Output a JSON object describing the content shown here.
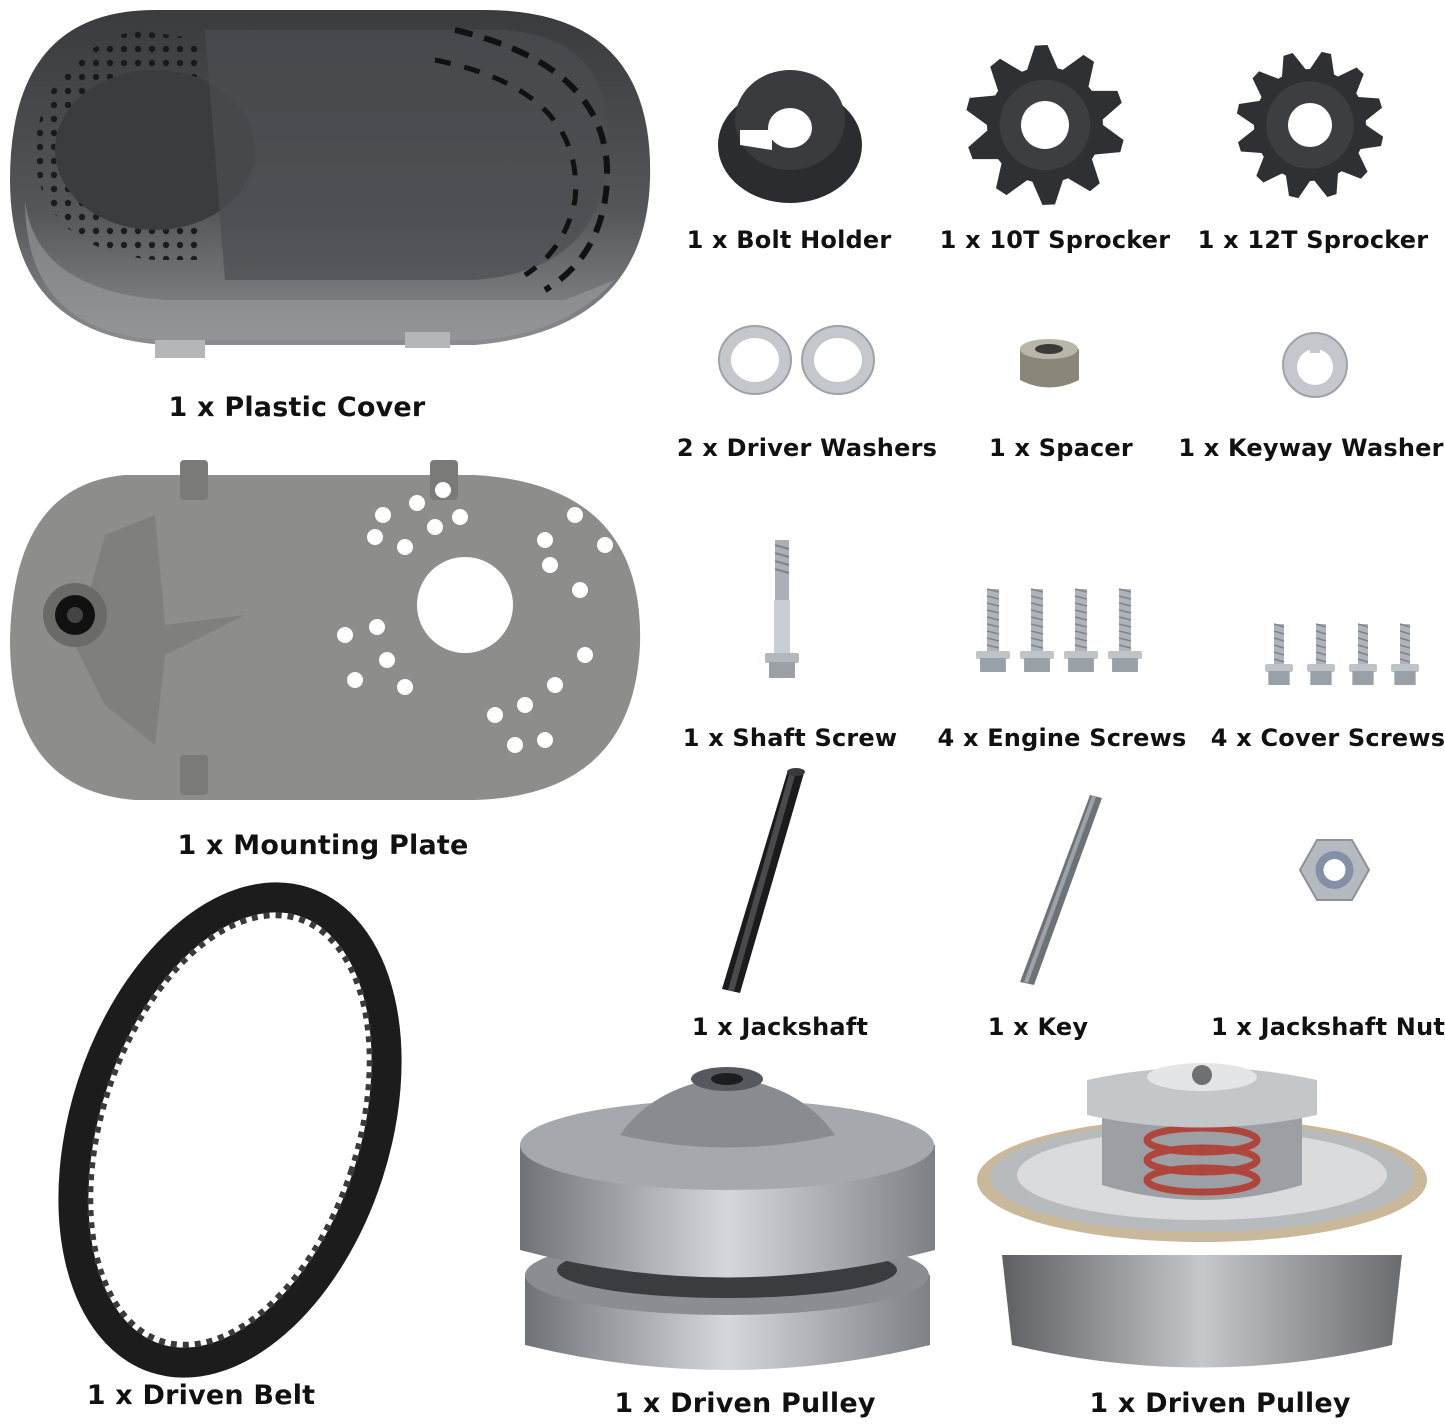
{
  "labels": {
    "plastic_cover": "1 x Plastic Cover",
    "bolt_holder": "1 x Bolt Holder",
    "sprocket_10t": "1 x 10T Sprocker",
    "sprocket_12t": "1 x 12T Sprocker",
    "mounting_plate": "1 x Mounting Plate",
    "driver_washers": "2 x Driver Washers",
    "spacer": "1 x Spacer",
    "keyway_washer": "1 x Keyway Washer",
    "shaft_screw": "1 x Shaft Screw",
    "engine_screws": "4 x Engine Screws",
    "cover_screws": "4 x Cover Screws",
    "jackshaft": "1 x Jackshaft",
    "key": "1 x Key",
    "jackshaft_nut": "1 x Jackshaft Nut",
    "driven_belt": "1 x Driven Belt",
    "driven_pulley_a": "1 x Driven Pulley",
    "driven_pulley_b": "1 x Driven Pulley"
  },
  "colors": {
    "background": "#ffffff",
    "label_text": "#111111",
    "cover_plastic": "#4a4b4e",
    "plate_aluminum": "#8d8d8b",
    "sprocket_steel": "#2f3033",
    "zinc_metal": "#c4c8cc",
    "belt_rubber": "#1c1c1c"
  }
}
